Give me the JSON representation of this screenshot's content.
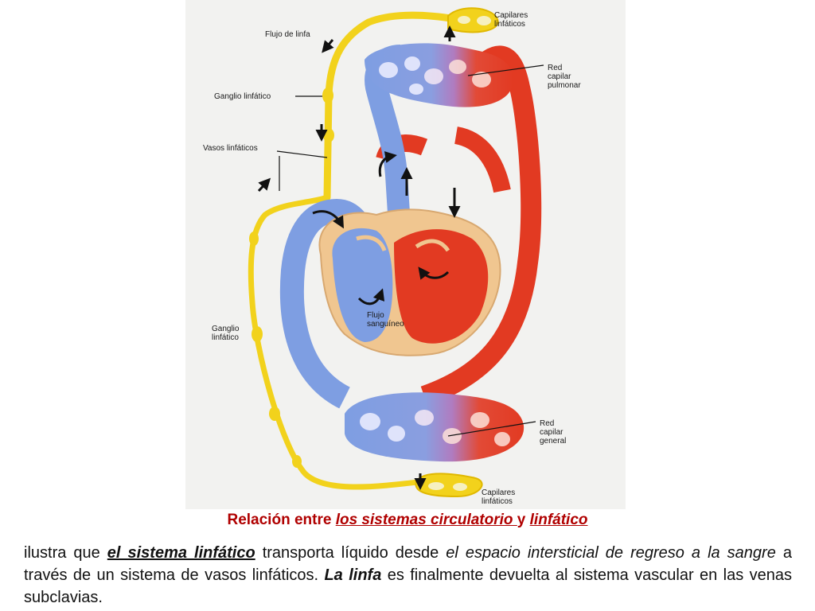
{
  "labels": {
    "lymph_flow": "Flujo de linfa",
    "lymph_capillaries_top": [
      "Capilares",
      "linfáticos"
    ],
    "pulmonary_network": [
      "Red",
      "capilar",
      "pulmonar"
    ],
    "lymph_node_top": "Ganglio linfático",
    "lymph_vessels": "Vasos linfáticos",
    "blood_flow": [
      "Flujo",
      "sanguíneo"
    ],
    "lymph_node_bottom": [
      "Ganglio",
      "linfático"
    ],
    "general_network": [
      "Red",
      "capilar",
      "general"
    ],
    "lymph_capillaries_bottom": [
      "Capilares",
      "linfáticos"
    ]
  },
  "caption": {
    "prefix": "Relación entre ",
    "link1": "los sistemas circulatorio ",
    "middle": "y ",
    "link2": "linfático"
  },
  "paragraph": {
    "p1": "ilustra que ",
    "p2": "el sistema linfático",
    "p3": " transporta líquido desde ",
    "p4": "el espacio intersticial de regreso a la sangre",
    "p5": " a través de un sistema de vasos linfáticos.  ",
    "p6": "La linfa",
    "p7": " es finalmente devuelta al sistema vascular en las venas subclavias."
  },
  "colors": {
    "vein_blue": "#7e9ee2",
    "artery_red": "#e23a22",
    "lymph_yellow": "#f2d21c",
    "heart_tan": "#f0c690",
    "caption_red": "#b00000"
  }
}
